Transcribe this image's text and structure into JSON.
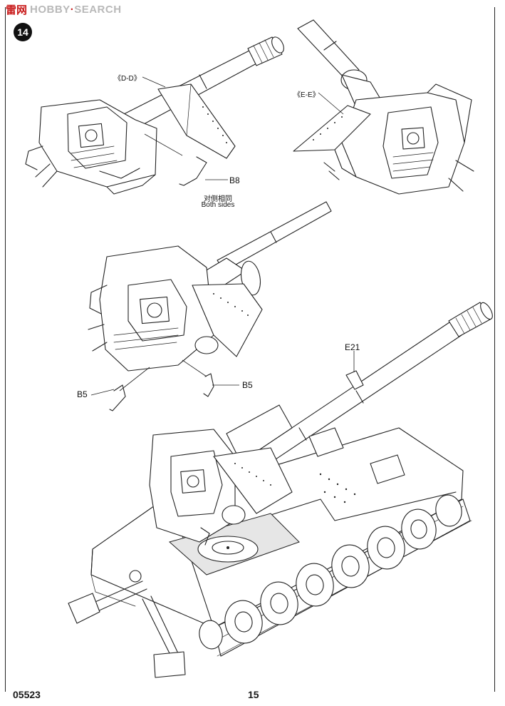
{
  "watermark": {
    "logo": "雷网",
    "text": "HOBBY",
    "text_suffix": "SEARCH"
  },
  "step_number": "14",
  "callouts": {
    "section_dd": "《D-D》",
    "section_ee": "《E-E》",
    "b8": "B8",
    "both_sides_cn": "对侧相同",
    "both_sides_en": "Both sides",
    "e21": "E21",
    "b5_left": "B5",
    "b5_right": "B5"
  },
  "footer": {
    "kit_number": "05523",
    "page_number": "15"
  },
  "colors": {
    "watermark_red": "#c81818",
    "watermark_grey": "#b9b9b9",
    "line": "#222222"
  }
}
